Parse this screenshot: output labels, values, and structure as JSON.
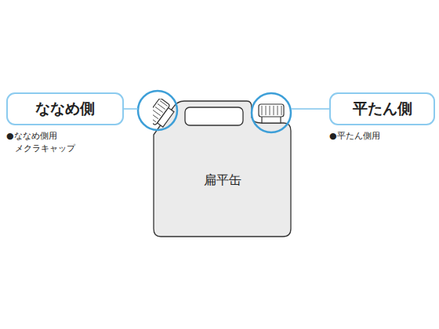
{
  "diagram": {
    "nodes": [
      {
        "text": [
          "ななめ側"
        ]
      },
      {
        "text": [
          "扁平缶"
        ]
      },
      {
        "text": [
          "平たん側"
        ]
      }
    ],
    "labels": [
      "●ななめ側用 メクラキャップ",
      "●平たん側用"
    ]
  }
}
